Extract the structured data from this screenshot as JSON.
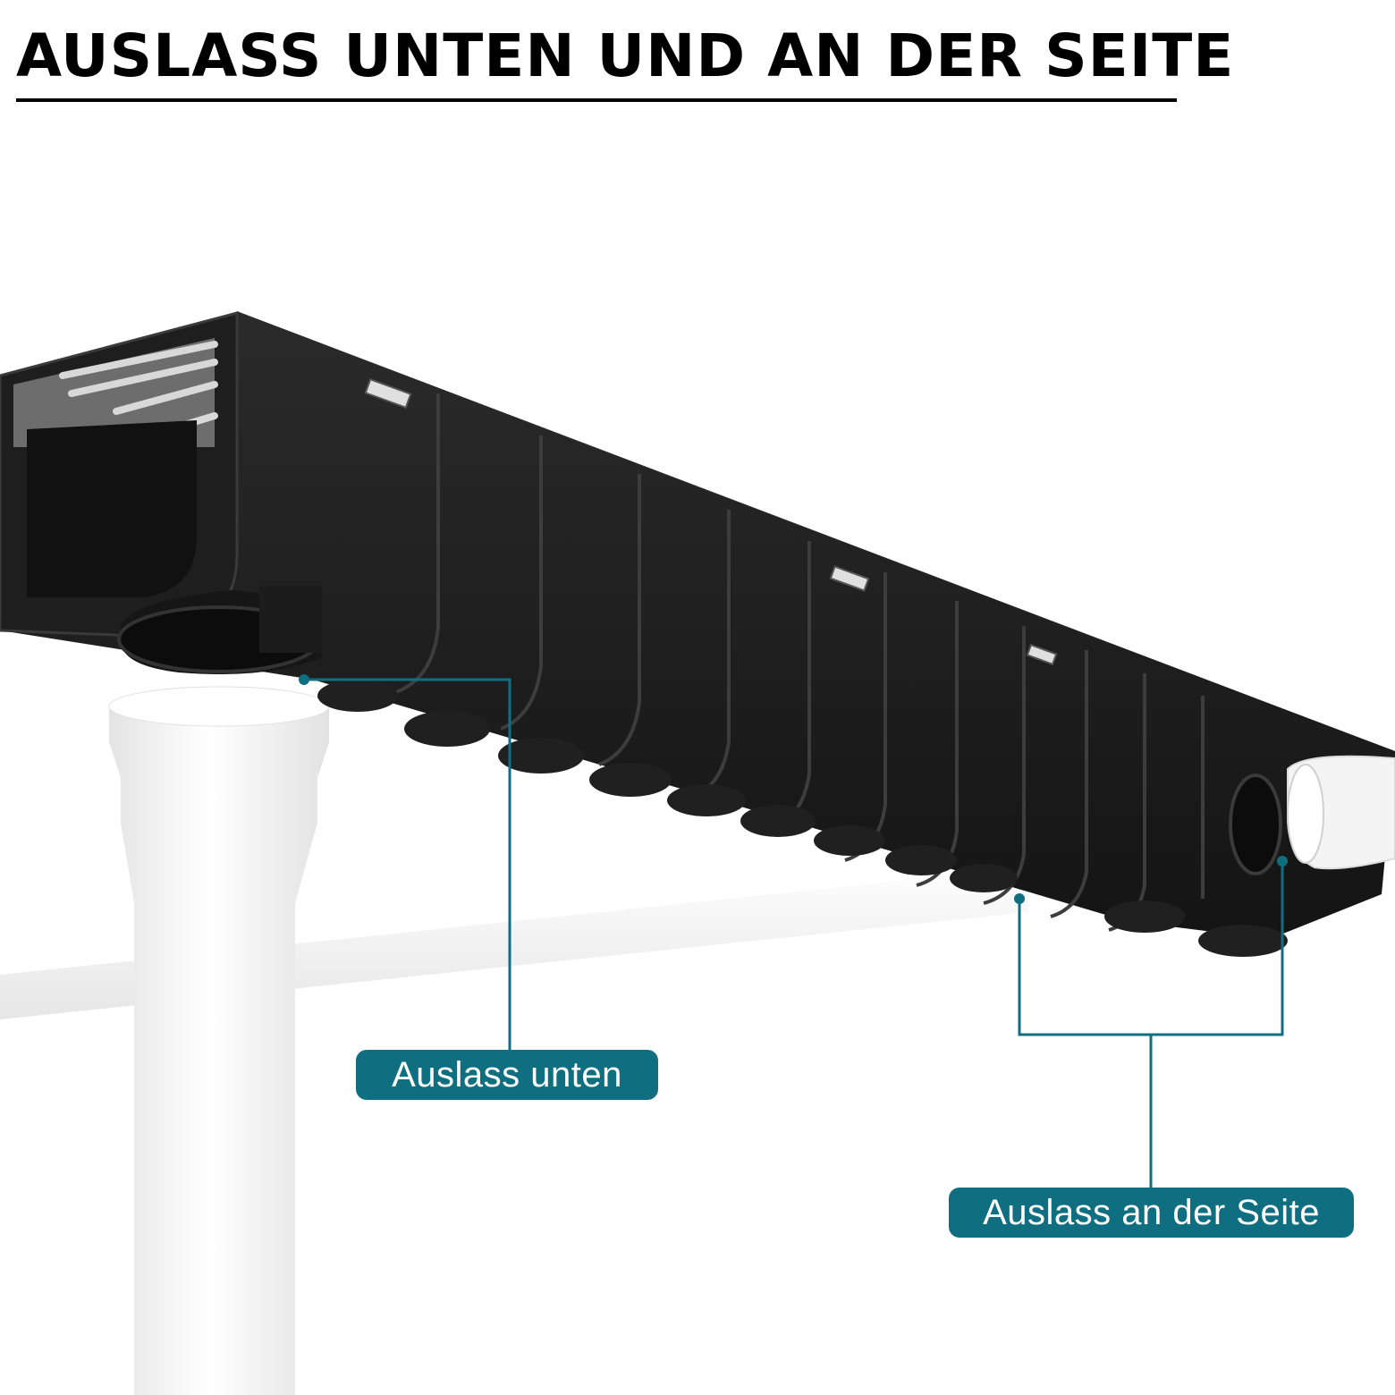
{
  "title": "AUSLASS UNTEN UND AN DER SEITE",
  "labels": {
    "bottom_outlet": "Auslass unten",
    "side_outlet": "Auslass an der Seite"
  },
  "colors": {
    "accent": "#0f6f80",
    "channel_body": "#1c1c1c",
    "pipe": "#f3f3f3"
  }
}
